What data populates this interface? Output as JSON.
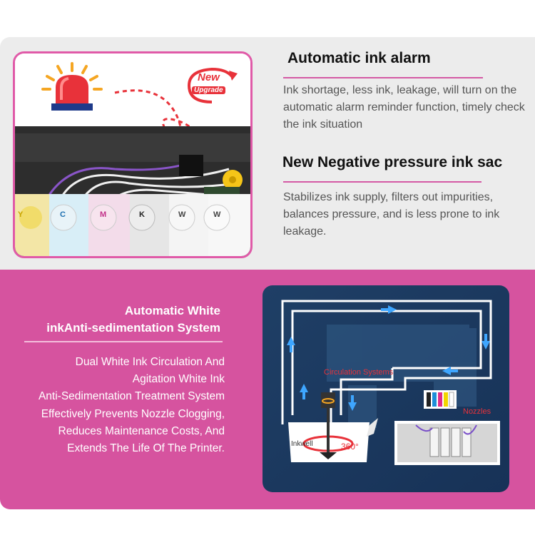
{
  "alarm": {
    "title": "Automatic ink alarm",
    "description": "Ink shortage, less ink, leakage, will turn on the automatic alarm reminder function, timely check the ink situation"
  },
  "pressure": {
    "title": "New Negative pressure ink sac",
    "description": "Stabilizes ink supply, filters out impurities, balances pressure, and is less prone to ink leakage."
  },
  "badge": {
    "line1": "New",
    "line2": "Upgrade"
  },
  "ink_labels": [
    "Y",
    "C",
    "M",
    "K",
    "W",
    "W"
  ],
  "white_ink": {
    "title_line1": "Automatic White",
    "title_line2": "inkAnti-sedimentation System",
    "desc_lines": [
      "Dual White Ink Circulation And",
      "Agitation White Ink",
      "Anti-Sedimentation Treatment System",
      "Effectively Prevents Nozzle Clogging,",
      "Reduces Maintenance Costs, And",
      "Extends The Life Of The Printer."
    ]
  },
  "diagram": {
    "circulation_label": "Circulation Systems",
    "nozzles_label": "Nozzles",
    "inkwell_label": "Inkwell",
    "rotation_label": "360°"
  },
  "colors": {
    "accent_pink": "#d6539f",
    "frame_pink": "#e05aa8",
    "label_red": "#e8323a"
  }
}
